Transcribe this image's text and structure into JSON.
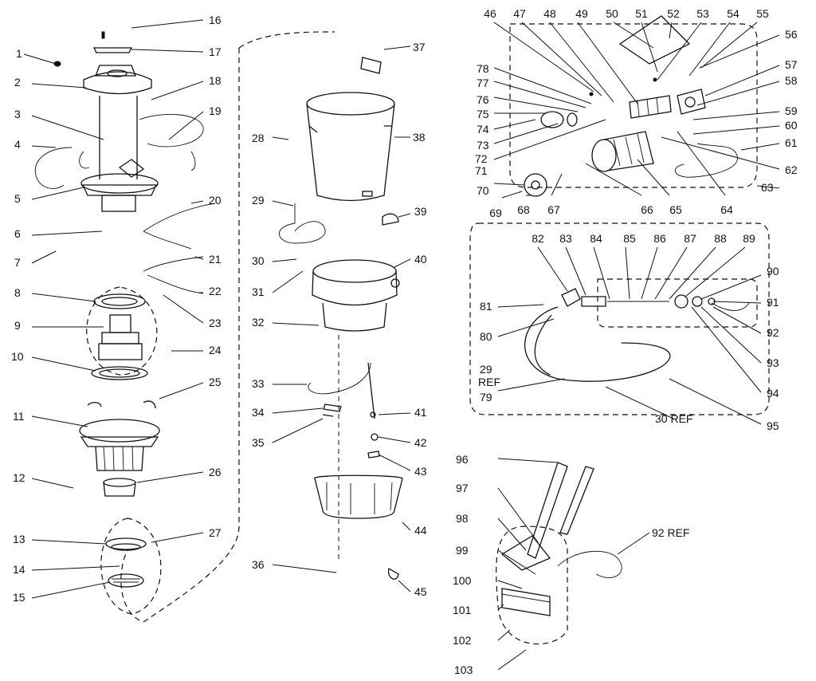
{
  "labels": [
    "1",
    "2",
    "3",
    "4",
    "5",
    "6",
    "7",
    "8",
    "9",
    "10",
    "11",
    "12",
    "13",
    "14",
    "15",
    "16",
    "17",
    "18",
    "19",
    "20",
    "21",
    "22",
    "23",
    "24",
    "25",
    "26",
    "27",
    "28",
    "29",
    "30",
    "31",
    "32",
    "33",
    "34",
    "35",
    "36",
    "37",
    "38",
    "39",
    "40",
    "41",
    "42",
    "43",
    "44",
    "45",
    "46",
    "47",
    "48",
    "49",
    "50",
    "51",
    "52",
    "53",
    "54",
    "55",
    "56",
    "57",
    "58",
    "59",
    "60",
    "61",
    "62",
    "63",
    "64",
    "65",
    "66",
    "67",
    "68",
    "69",
    "70",
    "71",
    "72",
    "73",
    "74",
    "75",
    "76",
    "77",
    "78",
    "79",
    "80",
    "81",
    "82",
    "83",
    "84",
    "85",
    "86",
    "87",
    "88",
    "89",
    "90",
    "91",
    "92",
    "93",
    "94",
    "95",
    "96",
    "97",
    "98",
    "99",
    "100",
    "101",
    "102",
    "103"
  ],
  "ref_labels": {
    "hose_29": "29",
    "hose_29_ref": "REF",
    "hose_30_ref": "30 REF",
    "cord_92_ref": "92 REF"
  },
  "colors": {
    "ink": "#111111",
    "paper": "#ffffff"
  }
}
